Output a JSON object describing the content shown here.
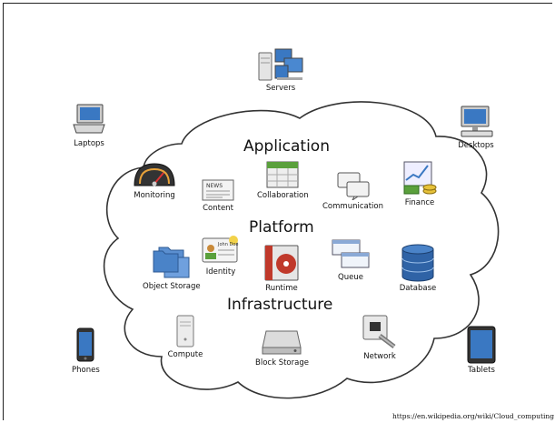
{
  "headings": {
    "application": "Application",
    "platform": "Platform",
    "infrastructure": "Infrastructure"
  },
  "devices": {
    "servers": "Servers",
    "laptops": "Laptops",
    "desktops": "Desktops",
    "phones": "Phones",
    "tablets": "Tablets"
  },
  "application": {
    "monitoring": "Monitoring",
    "content": "Content",
    "collaboration": "Collaboration",
    "communication": "Communication",
    "finance": "Finance"
  },
  "platform": {
    "identity": "Identity",
    "object_storage": "Object Storage",
    "runtime": "Runtime",
    "queue": "Queue",
    "database": "Database"
  },
  "infrastructure": {
    "compute": "Compute",
    "block_storage": "Block Storage",
    "network": "Network"
  },
  "icon_text": {
    "newspaper": "NEWS",
    "id_card": "John Doe"
  },
  "source": "https://en.wikipedia.org/wiki/Cloud_computing",
  "colors": {
    "cloud_fill": "#ffffff",
    "cloud_stroke": "#333333",
    "accent_blue": "#3a78c2",
    "accent_green": "#5aa03c",
    "accent_red": "#c0392b"
  }
}
